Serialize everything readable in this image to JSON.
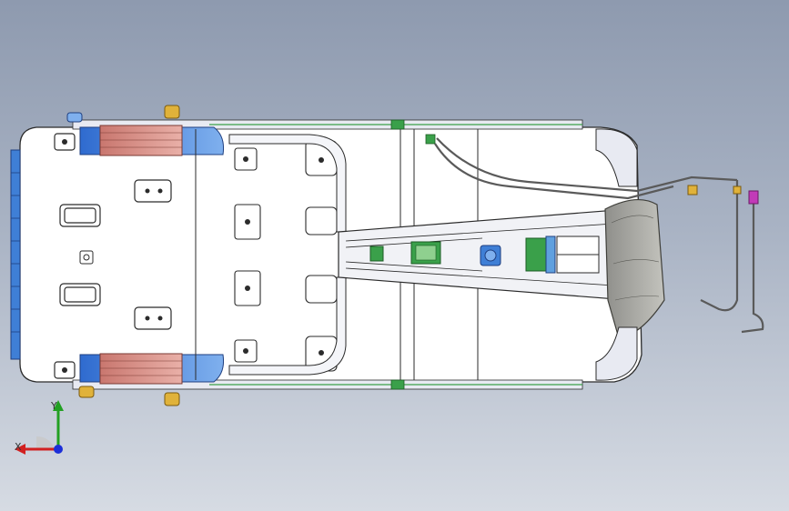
{
  "viewport": {
    "background_top": "#8e9aaf",
    "background_bottom": "#d6dbe3"
  },
  "model": {
    "subject": "vehicle-underbody-top-view",
    "colors": {
      "outline": "#2b2b2b",
      "body": "#ffffff",
      "shadow": "#e8eaf2",
      "blue_part": "#3f7fd6",
      "red_part": "#d98a82",
      "yellow_part": "#e0b23a",
      "green_part": "#3aa04a",
      "gray_part": "#9a9a96",
      "magenta_part": "#c23ab8"
    }
  },
  "triad": {
    "x_label": "X",
    "y_label": "Y",
    "x_color": "#d22020",
    "y_color": "#22a022",
    "z_color": "#1c2fd8"
  }
}
